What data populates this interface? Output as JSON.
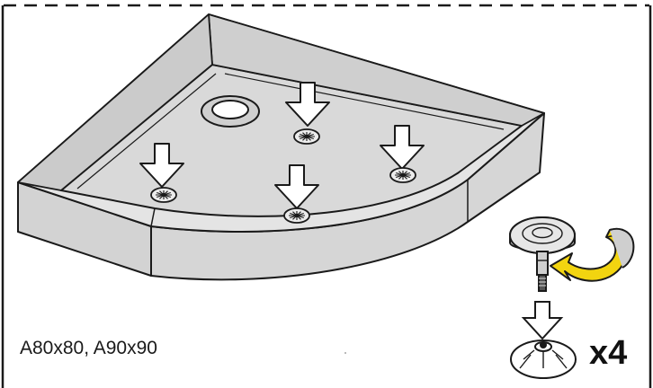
{
  "panel": {
    "model_label": "A80x80, A90x90",
    "quantity_label": "x4"
  },
  "style": {
    "tray_fill": "#d9d9d9",
    "tray_top_fill": "#e3e3e3",
    "outline_color": "#1a1a1a",
    "rotate_arrow_color": "#f2d410",
    "frame_line": "dashed"
  },
  "icons": [
    "shower-tray-illustration",
    "drain-hole-icon",
    "down-arrow-icon",
    "adjustable-foot-icon",
    "rotate-arrow-icon",
    "foot-base-icon"
  ]
}
